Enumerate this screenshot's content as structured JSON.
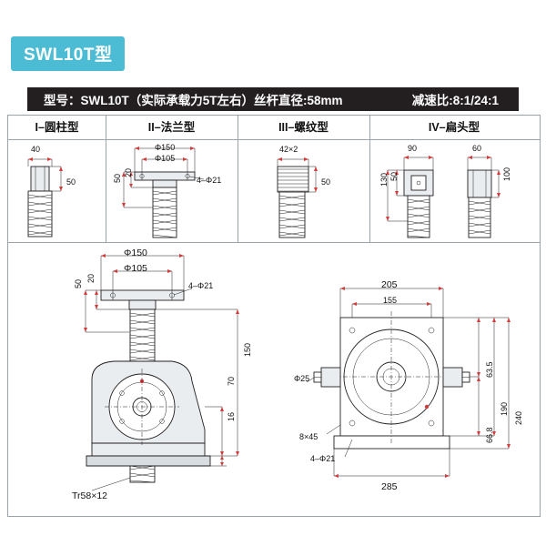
{
  "title": "SWL10T型",
  "accent_color": "#4bbcd4",
  "spec_bar": {
    "model": "型号：SWL10T（实际承载力5T左右）丝杆直径:58mm",
    "ratio": "减速比:8:1/24:1",
    "background": "#231f20"
  },
  "type_columns": [
    {
      "label": "I–圆柱型"
    },
    {
      "label": "II–法兰型"
    },
    {
      "label": "III–螺纹型"
    },
    {
      "label": "IV–扁头型"
    }
  ],
  "top_views": {
    "cylinder": {
      "width": "40",
      "height": "50"
    },
    "flange": {
      "d_outer": "Φ150",
      "d_bolt": "Φ105",
      "holes": "4–Φ21",
      "h1": "50",
      "h2": "20"
    },
    "thread": {
      "spec": "42×2",
      "height": "50"
    },
    "flat": {
      "w1": "90",
      "h1": "50",
      "h2": "130",
      "w2": "60",
      "h3": "100"
    }
  },
  "front_view": {
    "d_outer": "Φ150",
    "d_bolt": "Φ105",
    "holes": "4–Φ21",
    "h_top1": "50",
    "h_top2": "20",
    "h_total": "150",
    "h_70": "70",
    "h_16": "16",
    "screw": "Tr58×12"
  },
  "side_view": {
    "w_205": "205",
    "w_155": "155",
    "w_285": "285",
    "h_240": "240",
    "h_190": "190",
    "h_63_5": "63.5",
    "h_66_8": "66.8",
    "shaft": "Φ25",
    "key": "8×45",
    "holes": "4–Φ21"
  }
}
